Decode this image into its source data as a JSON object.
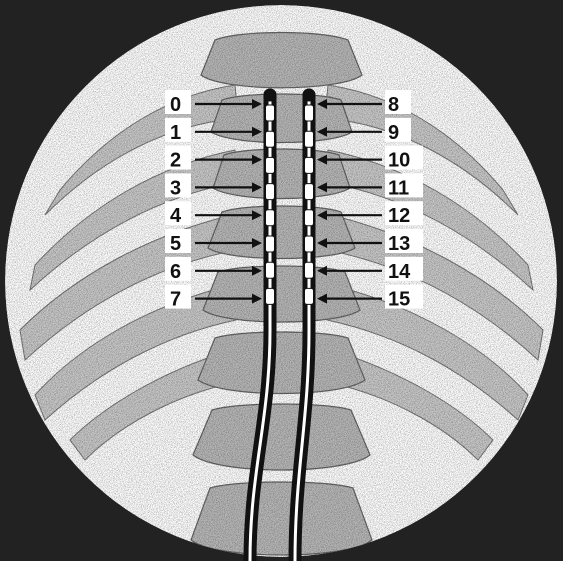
{
  "figure": {
    "colors": {
      "background": "#222222",
      "bone": "#cfcfcf",
      "bone_dark": "#8a8a8a",
      "lead": "#111111",
      "contact": "#ffffff",
      "ink": "#111111"
    },
    "left_lead": {
      "labels": [
        "0",
        "1",
        "2",
        "3",
        "4",
        "5",
        "6",
        "7"
      ]
    },
    "right_lead": {
      "labels": [
        "8",
        "9",
        "10",
        "11",
        "12",
        "13",
        "14",
        "15"
      ]
    }
  }
}
